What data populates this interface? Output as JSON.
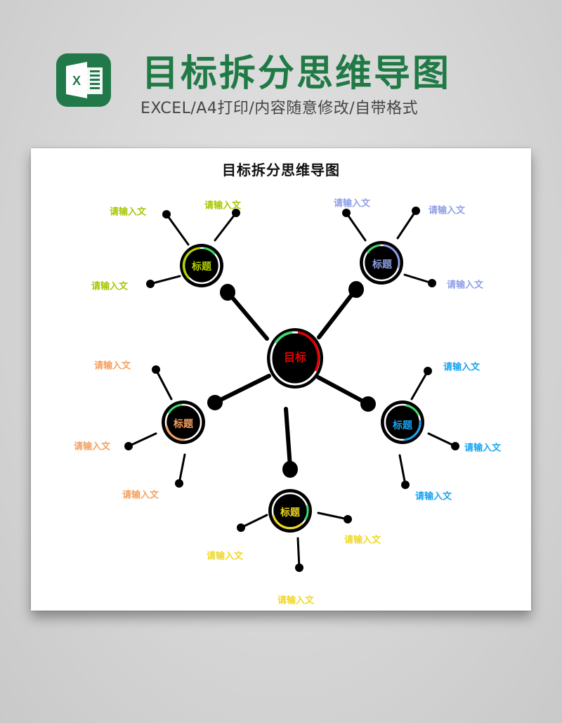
{
  "header": {
    "title": "目标拆分思维导图",
    "subtitle": "EXCEL/A4打印/内容随意修改/自带格式",
    "logo_icon": "excel-icon",
    "title_color": "#1f7a45"
  },
  "sheet": {
    "title": "目标拆分思维导图"
  },
  "diagram": {
    "center": {
      "label": "目标",
      "color": "#e00000",
      "accent": "#3ddc6a"
    },
    "branches": [
      {
        "id": "top-left",
        "label": "标题",
        "color": "#b5d000",
        "leaves": [
          "请输入文",
          "请输入文",
          "请输入文"
        ]
      },
      {
        "id": "top-right",
        "label": "标题",
        "color": "#8f9fe6",
        "leaves": [
          "请输入文",
          "请输入文",
          "请输入文"
        ]
      },
      {
        "id": "mid-left",
        "label": "标题",
        "color": "#f5a060",
        "leaves": [
          "请输入文",
          "请输入文",
          "请输入文"
        ]
      },
      {
        "id": "mid-right",
        "label": "标题",
        "color": "#1aa3f0",
        "leaves": [
          "请输入文",
          "请输入文",
          "请输入文"
        ]
      },
      {
        "id": "bottom",
        "label": "标题",
        "color": "#f0d820",
        "leaves": [
          "请输入文",
          "请输入文",
          "请输入文"
        ]
      }
    ]
  }
}
